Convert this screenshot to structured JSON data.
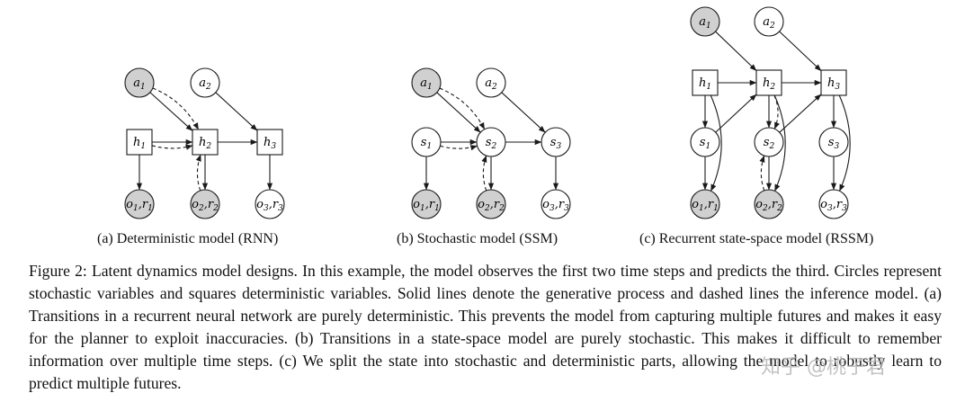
{
  "figure": {
    "panels": [
      {
        "id": "a",
        "caption": "(a) Deterministic model (RNN)",
        "nodes": [
          {
            "base": "a",
            "sub": "1",
            "shape": "circle",
            "shaded": true
          },
          {
            "base": "a",
            "sub": "2",
            "shape": "circle",
            "shaded": false
          },
          {
            "base": "h",
            "sub": "1",
            "shape": "square",
            "shaded": false
          },
          {
            "base": "h",
            "sub": "2",
            "shape": "square",
            "shaded": false
          },
          {
            "base": "h",
            "sub": "3",
            "shape": "square",
            "shaded": false
          },
          {
            "base": "o",
            "sub": "1",
            "base2": "r",
            "sub2": "1",
            "shape": "circle",
            "shaded": true
          },
          {
            "base": "o",
            "sub": "2",
            "base2": "r",
            "sub2": "2",
            "shape": "circle",
            "shaded": true
          },
          {
            "base": "o",
            "sub": "3",
            "base2": "r",
            "sub2": "3",
            "shape": "circle",
            "shaded": false
          }
        ]
      },
      {
        "id": "b",
        "caption": "(b) Stochastic model (SSM)",
        "nodes": [
          {
            "base": "a",
            "sub": "1",
            "shape": "circle",
            "shaded": true
          },
          {
            "base": "a",
            "sub": "2",
            "shape": "circle",
            "shaded": false
          },
          {
            "base": "s",
            "sub": "1",
            "shape": "circle",
            "shaded": false
          },
          {
            "base": "s",
            "sub": "2",
            "shape": "circle",
            "shaded": false
          },
          {
            "base": "s",
            "sub": "3",
            "shape": "circle",
            "shaded": false
          },
          {
            "base": "o",
            "sub": "1",
            "base2": "r",
            "sub2": "1",
            "shape": "circle",
            "shaded": true
          },
          {
            "base": "o",
            "sub": "2",
            "base2": "r",
            "sub2": "2",
            "shape": "circle",
            "shaded": true
          },
          {
            "base": "o",
            "sub": "3",
            "base2": "r",
            "sub2": "3",
            "shape": "circle",
            "shaded": false
          }
        ]
      },
      {
        "id": "c",
        "caption": "(c) Recurrent state-space model (RSSM)",
        "nodes": [
          {
            "base": "a",
            "sub": "1",
            "shape": "circle",
            "shaded": true
          },
          {
            "base": "a",
            "sub": "2",
            "shape": "circle",
            "shaded": false
          },
          {
            "base": "h",
            "sub": "1",
            "shape": "square",
            "shaded": false
          },
          {
            "base": "h",
            "sub": "2",
            "shape": "square",
            "shaded": false
          },
          {
            "base": "h",
            "sub": "3",
            "shape": "square",
            "shaded": false
          },
          {
            "base": "s",
            "sub": "1",
            "shape": "circle",
            "shaded": false
          },
          {
            "base": "s",
            "sub": "2",
            "shape": "circle",
            "shaded": false
          },
          {
            "base": "s",
            "sub": "3",
            "shape": "circle",
            "shaded": false
          },
          {
            "base": "o",
            "sub": "1",
            "base2": "r",
            "sub2": "1",
            "shape": "circle",
            "shaded": true
          },
          {
            "base": "o",
            "sub": "2",
            "base2": "r",
            "sub2": "2",
            "shape": "circle",
            "shaded": true
          },
          {
            "base": "o",
            "sub": "3",
            "base2": "r",
            "sub2": "3",
            "shape": "circle",
            "shaded": false
          }
        ]
      }
    ],
    "colors": {
      "shaded": "#d0d0d0",
      "stroke": "#1a1a1a",
      "watermark": "#b8b8b8"
    }
  },
  "caption": "Figure 2: Latent dynamics model designs. In this example, the model observes the first two time steps and predicts the third. Circles represent stochastic variables and squares deterministic variables. Solid lines denote the generative process and dashed lines the inference model. (a) Transitions in a recurrent neural network are purely deterministic. This prevents the model from capturing multiple futures and makes it easy for the planner to exploit inaccuracies. (b) Transitions in a state-space model are purely stochastic. This makes it difficult to remember information over multiple time steps. (c) We split the state into stochastic and deterministic parts, allowing the model to robustly learn to predict multiple futures.",
  "watermark": "知乎 @桃子君"
}
